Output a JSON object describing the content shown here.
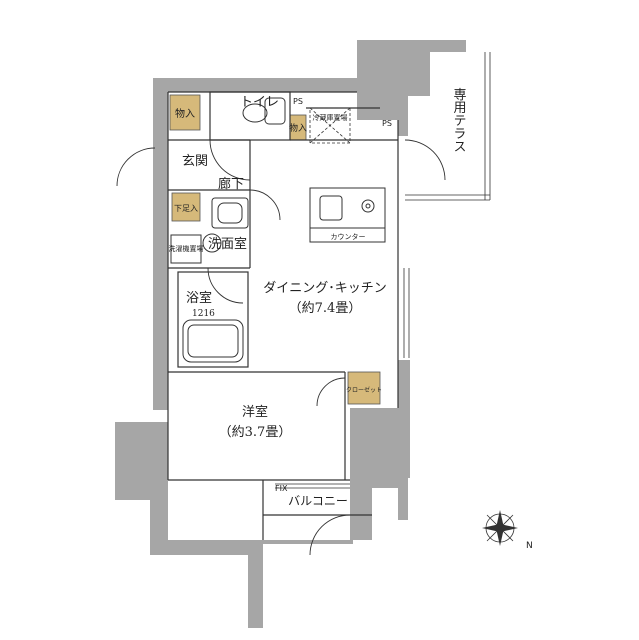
{
  "floor_plan": {
    "rooms": {
      "toilet": "トイレ",
      "storage_1": "物入",
      "storage_2": "物入",
      "entrance": "玄関",
      "hallway": "廊下",
      "shoe_box": "下足入",
      "washroom": "洗面室",
      "washer_space": "洗濯機置場",
      "bathroom": "浴室",
      "bathroom_size": "1216",
      "dining_kitchen": "ダイニング･キッチン",
      "dining_kitchen_size": "（約7.4畳）",
      "western_room": "洋室",
      "western_room_size": "（約3.7畳）",
      "balcony": "バルコニー",
      "private_terrace": "専用テラス",
      "fridge_space": "冷蔵庫置場",
      "counter": "カウンター",
      "closet": "クローゼット",
      "ps_1": "PS",
      "ps_2": "PS",
      "fix": "FIX"
    },
    "compass_label": "N",
    "colors": {
      "wall": "#a6a6a6",
      "storage": "#d6b97a",
      "line": "#333333"
    }
  }
}
